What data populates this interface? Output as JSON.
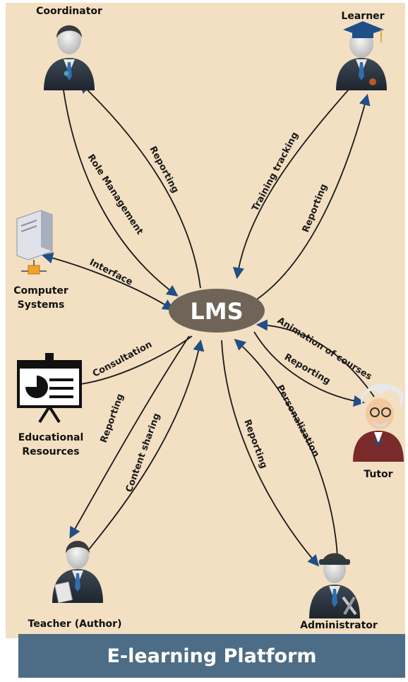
{
  "colors": {
    "background": "#f3dfc2",
    "hub": "#6e6458",
    "line": "#1a1a1a",
    "arrow": "#1f4f86",
    "banner": "#4d6d86"
  },
  "hub": {
    "label": "LMS"
  },
  "actors": {
    "coordinator": {
      "label": "Coordinator",
      "icon": "businessman-icon"
    },
    "learner": {
      "label": "Learner",
      "icon": "graduate-icon"
    },
    "computer_systems": {
      "label_line1": "Computer",
      "label_line2": "Systems",
      "icon": "server-icon"
    },
    "educational_resources": {
      "label_line1": "Educational",
      "label_line2": "Resources",
      "icon": "presentation-board-icon"
    },
    "tutor": {
      "label": "Tutor",
      "icon": "professor-icon"
    },
    "teacher": {
      "label": "Teacher (Author)",
      "icon": "businessman-icon"
    },
    "administrator": {
      "label": "Administrator",
      "icon": "businessman-tools-icon"
    }
  },
  "edges": {
    "role_management": "Role Management",
    "coordinator_reporting": "Reporting",
    "training_tracking": "Training tracking",
    "learner_reporting": "Reporting",
    "interface": "Interface",
    "consultation": "Consultation",
    "animation_of_courses": "Animation of courses",
    "tutor_reporting": "Reporting",
    "teacher_reporting": "Reporting",
    "content_sharing": "Content sharing",
    "admin_reporting": "Reporting",
    "personalization": "Personalization"
  },
  "footer": {
    "title": "E-learning Platform"
  }
}
